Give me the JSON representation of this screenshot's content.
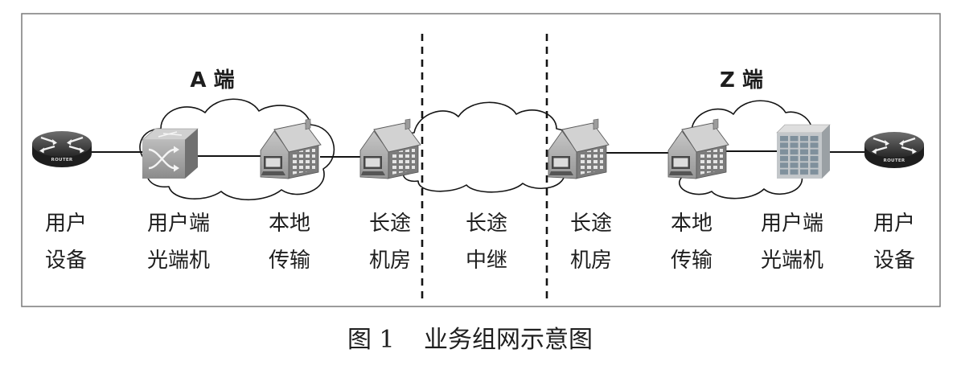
{
  "end_labels": {
    "a_end": "A 端",
    "z_end": "Z 端"
  },
  "nodes": [
    {
      "line1": "用户",
      "line2": "设备",
      "icon": "router-icon"
    },
    {
      "line1": "用户端",
      "line2": "光端机",
      "icon": "optical-switch-icon"
    },
    {
      "line1": "本地",
      "line2": "传输",
      "icon": "building-icon"
    },
    {
      "line1": "长途",
      "line2": "机房",
      "icon": "building-icon"
    },
    {
      "line1": "长途",
      "line2": "中继",
      "icon": "cloud-icon"
    },
    {
      "line1": "长途",
      "line2": "机房",
      "icon": "building-icon"
    },
    {
      "line1": "本地",
      "line2": "传输",
      "icon": "building-icon"
    },
    {
      "line1": "用户端",
      "line2": "光端机",
      "icon": "optical-terminal-icon"
    },
    {
      "line1": "用户",
      "line2": "设备",
      "icon": "router-icon"
    }
  ],
  "router_badge": "ROUTER",
  "caption": {
    "number": "图 1",
    "title": "业务组网示意图"
  },
  "colors": {
    "line": "#141414",
    "frame": "#7a7a7a",
    "text": "#1e1e1e",
    "cloud": "#ffffff"
  }
}
